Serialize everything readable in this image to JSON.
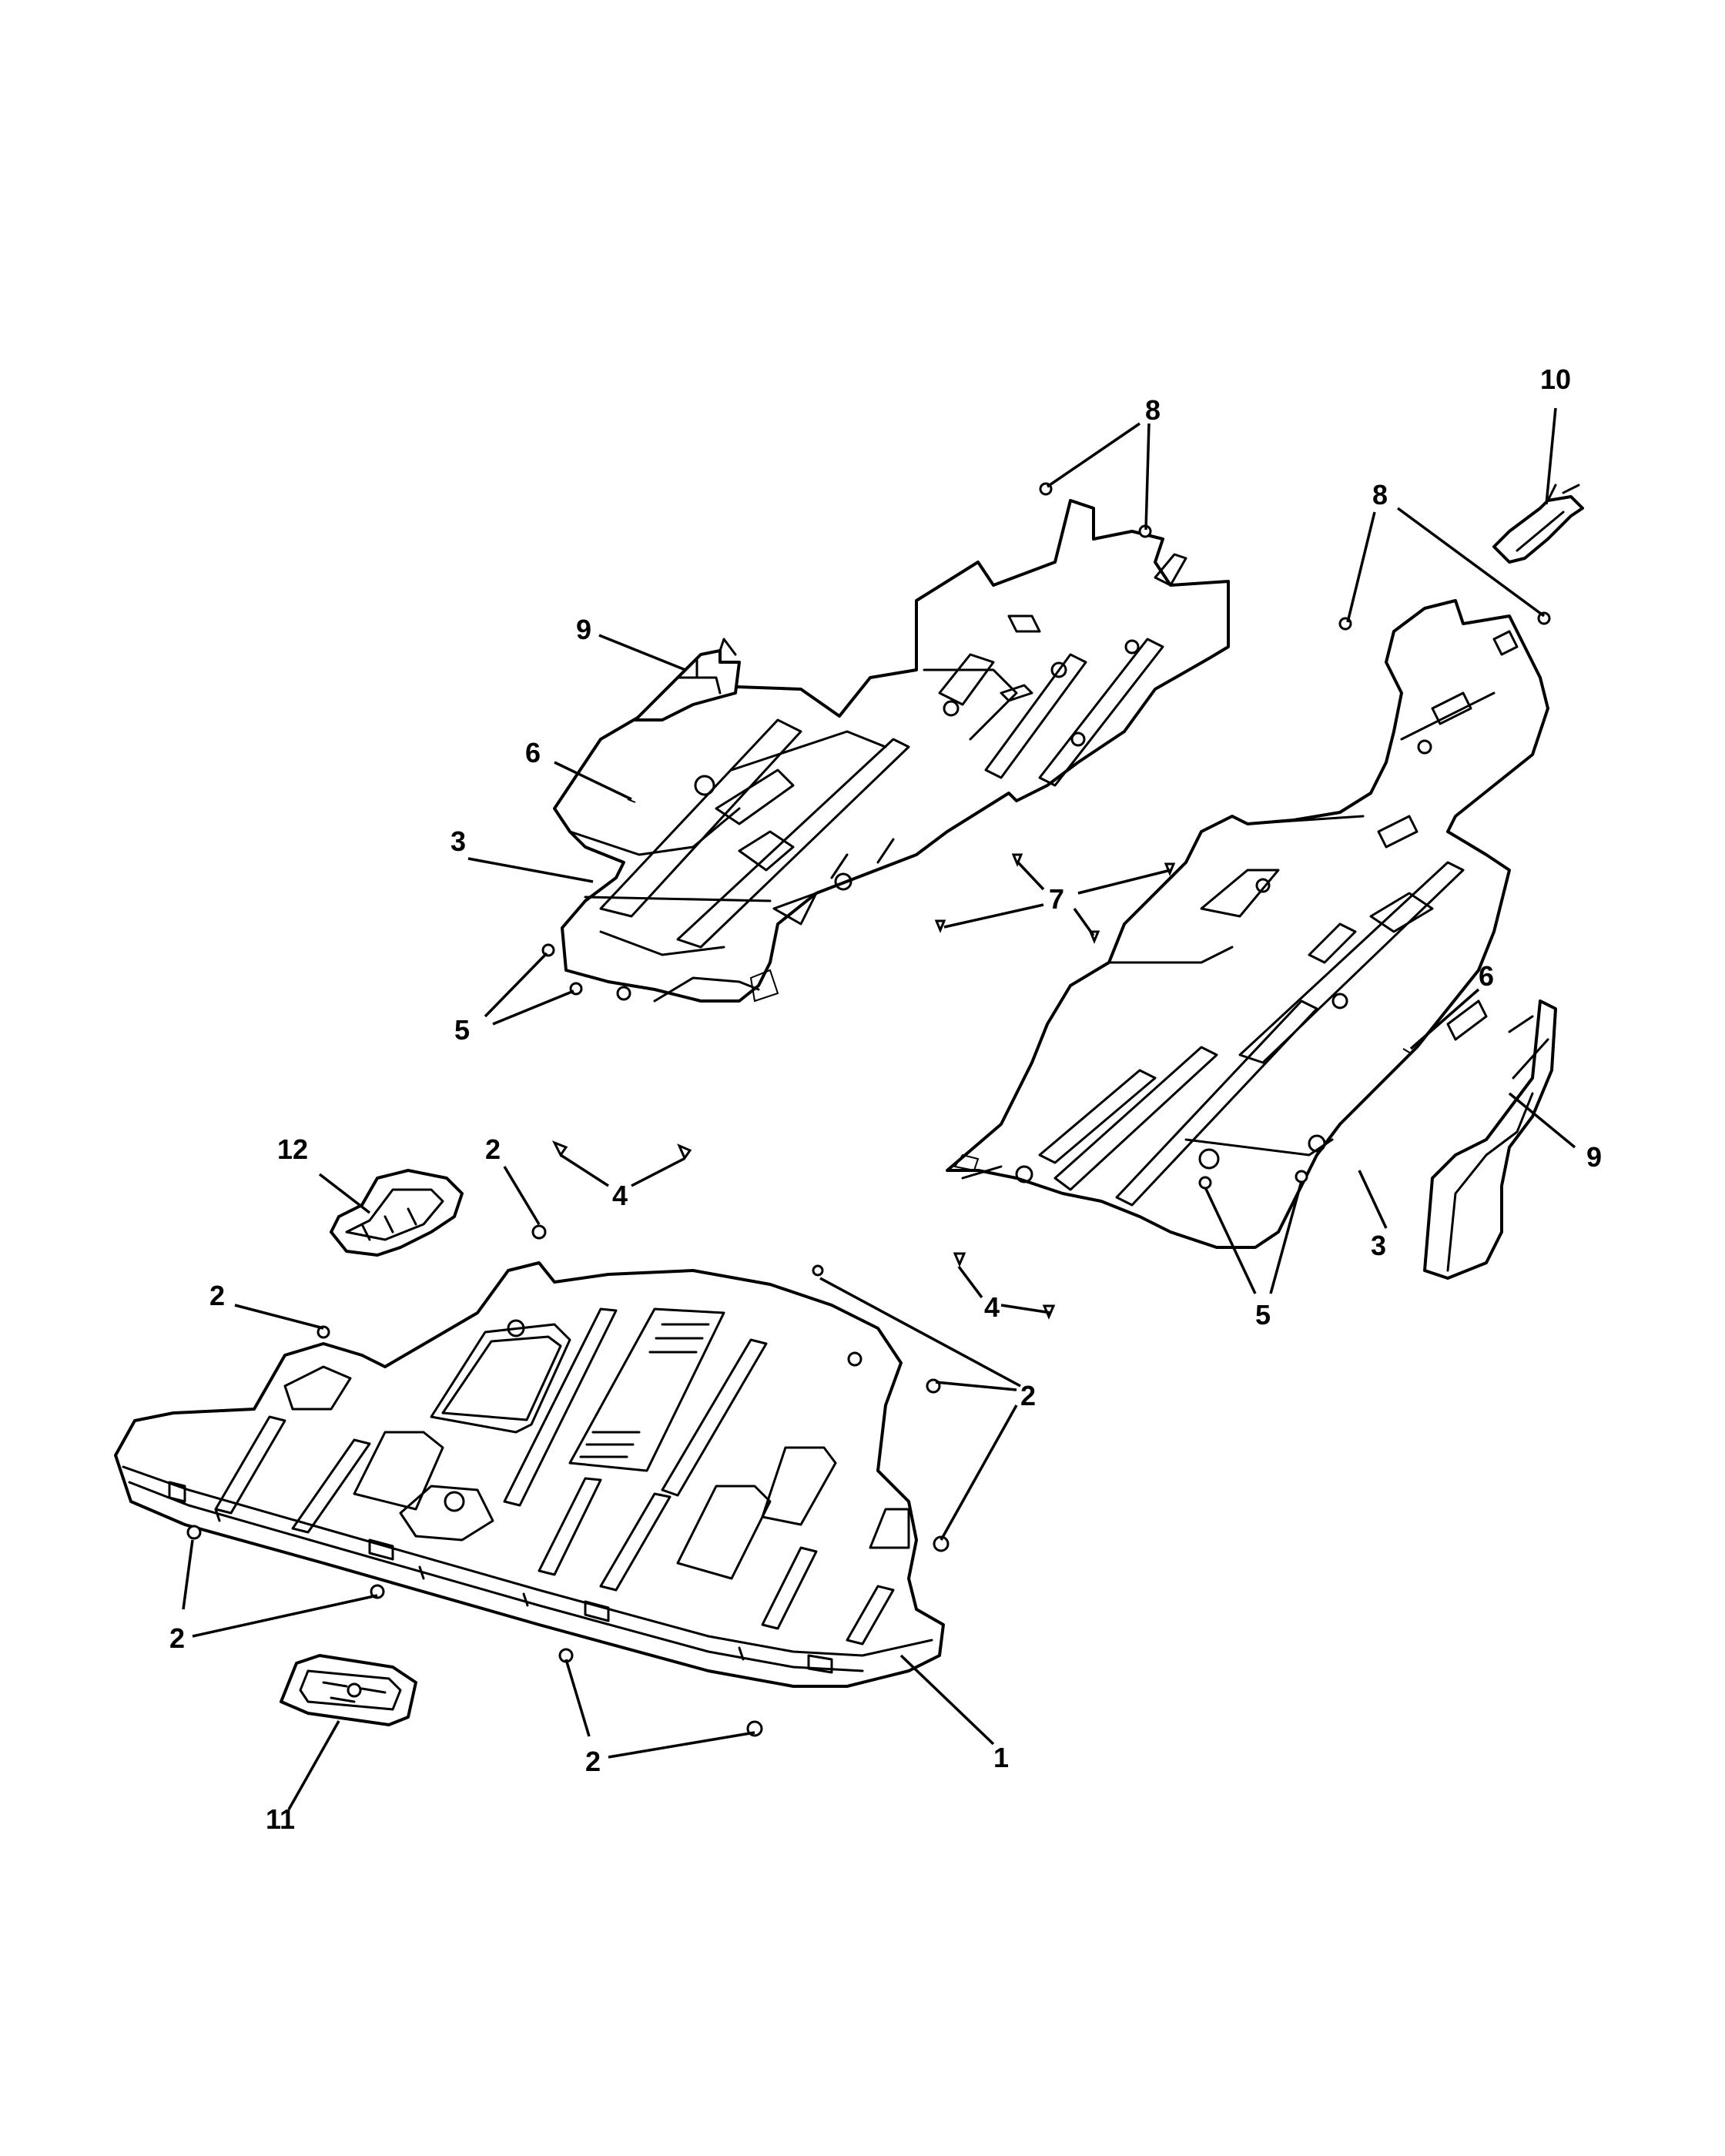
{
  "callouts": {
    "c1": "1",
    "c2a": "2",
    "c2b": "2",
    "c2c": "2",
    "c2d": "2",
    "c2e": "2",
    "c3a": "3",
    "c3b": "3",
    "c4a": "4",
    "c4b": "4",
    "c5a": "5",
    "c5b": "5",
    "c6a": "6",
    "c6b": "6",
    "c7": "7",
    "c8a": "8",
    "c8b": "8",
    "c9a": "9",
    "c9b": "9",
    "c10": "10",
    "c11": "11",
    "c12": "12"
  }
}
